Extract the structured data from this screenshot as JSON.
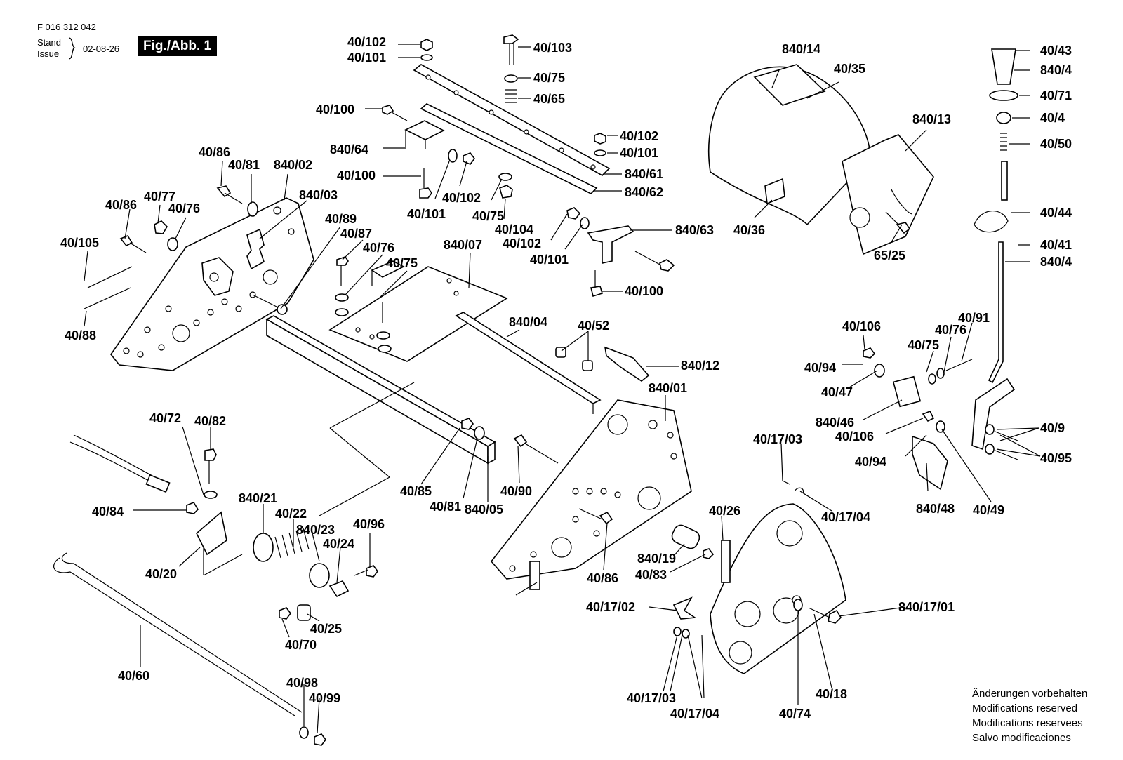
{
  "header": {
    "part_number": "F 016 312 042",
    "stand_label": "Stand",
    "issue_label": "Issue",
    "date": "02-08-26",
    "figure_label": "Fig./Abb. 1"
  },
  "labels": [
    "40/102",
    "40/101",
    "40/103",
    "40/75",
    "40/65",
    "40/100",
    "840/64",
    "40/102",
    "40/101",
    "840/61",
    "840/62",
    "40/100",
    "40/101",
    "40/102",
    "40/75",
    "40/104",
    "40/102",
    "40/101",
    "840/63",
    "40/100",
    "40/86",
    "40/81",
    "840/02",
    "40/77",
    "40/76",
    "40/86",
    "840/03",
    "40/105",
    "40/89",
    "40/87",
    "40/76",
    "40/75",
    "840/07",
    "40/88",
    "840/04",
    "40/52",
    "840/12",
    "840/01",
    "840/14",
    "40/35",
    "840/13",
    "40/36",
    "65/25",
    "40/43",
    "840/4",
    "40/71",
    "40/4",
    "40/50",
    "40/44",
    "40/41",
    "840/4",
    "40/106",
    "40/91",
    "40/94",
    "40/75",
    "40/76",
    "40/47",
    "840/46",
    "40/106",
    "40/9",
    "40/95",
    "40/94",
    "840/48",
    "40/49",
    "40/72",
    "40/82",
    "40/84",
    "840/21",
    "40/22",
    "840/23",
    "40/24",
    "40/96",
    "40/20",
    "40/25",
    "40/70",
    "40/85",
    "40/81",
    "840/05",
    "40/90",
    "40/26",
    "40/17/03",
    "40/17/04",
    "840/19",
    "40/83",
    "40/86",
    "40/17/02",
    "840/17/01",
    "40/60",
    "40/98",
    "40/99",
    "40/17/03",
    "40/17/04",
    "40/74",
    "40/18"
  ],
  "notes": [
    "Änderungen vorbehalten",
    "Modifications reserved",
    "Modifications reservees",
    "Salvo modificaciones"
  ]
}
